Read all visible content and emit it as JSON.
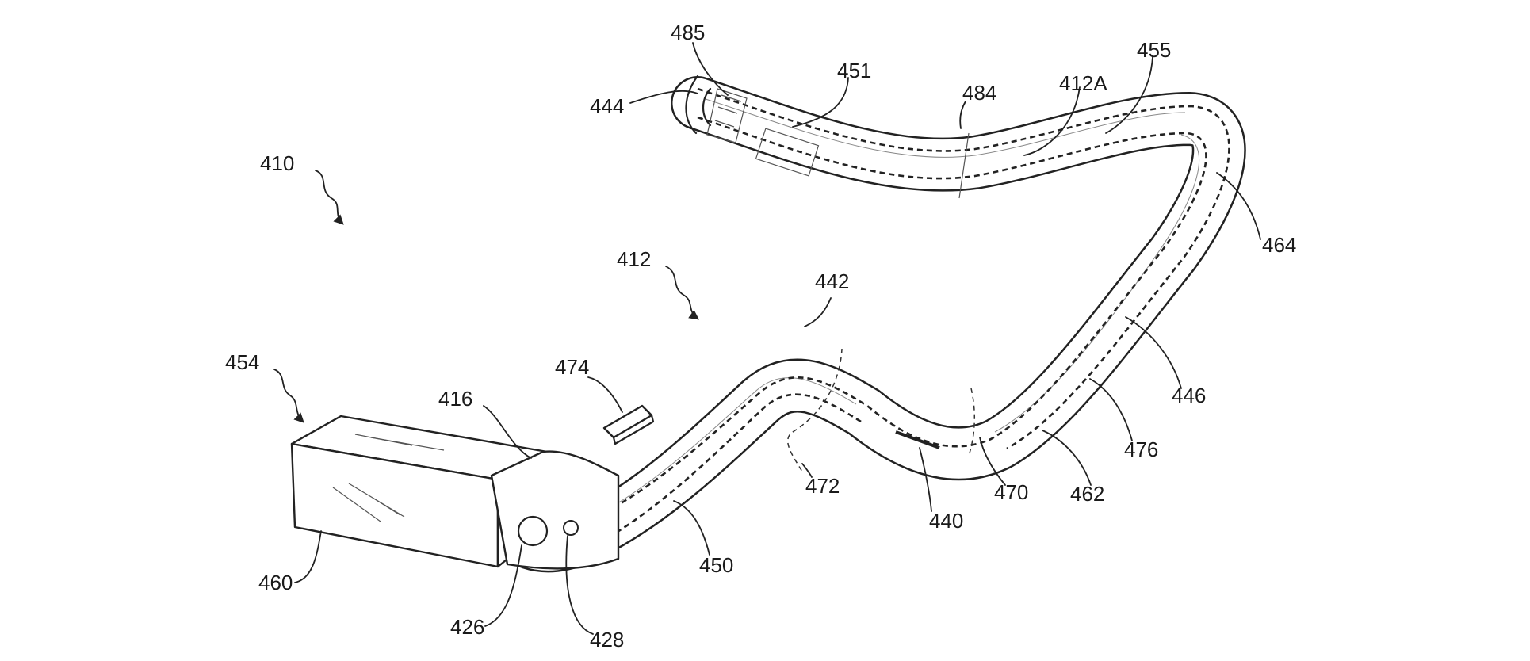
{
  "figure": {
    "reference_numerals": {
      "n410": "410",
      "n412": "412",
      "n412A": "412A",
      "n416": "416",
      "n426": "426",
      "n428": "428",
      "n440": "440",
      "n442": "442",
      "n444": "444",
      "n446": "446",
      "n450": "450",
      "n451": "451",
      "n454": "454",
      "n455": "455",
      "n460": "460",
      "n462": "462",
      "n464": "464",
      "n470": "470",
      "n472": "472",
      "n474": "474",
      "n476": "476",
      "n484": "484",
      "n485": "485"
    }
  }
}
